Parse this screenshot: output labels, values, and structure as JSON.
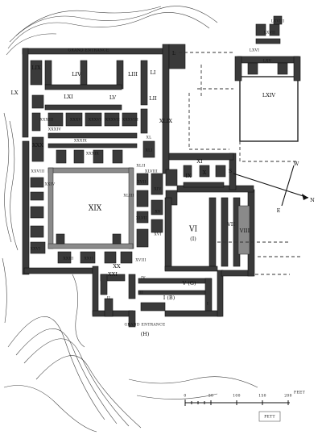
{
  "plan": {
    "top_entrance": "GRAND ENTRANCE",
    "bottom_entrance": "GRAND ENTRANCE",
    "bottom_entrance_mark": "(H)",
    "rooms": {
      "LXI": "LXI",
      "LIV": "LIV",
      "LIII": "LIII",
      "LII": "LII",
      "LI": "LI",
      "LV": "LV",
      "LX": "LX",
      "LIX": "LIX",
      "L": "L",
      "XLIX": "XLIX",
      "LXIV": "LXIV",
      "LXV": "LXV",
      "LXVI": "LXVI",
      "LXVII": "LXVII",
      "LXVIII": "LXVIII",
      "XXXIII": "XXXIII",
      "XXXIV": "XXXIV",
      "XXXV": "XXXV",
      "XXXVI": "XXXVI",
      "XXXVII": "XXXVII",
      "XXXVIII": "XXXVIII",
      "XXXIX": "XXXIX",
      "XXXIX_B": "XXXIX",
      "XL": "XL",
      "XLI": "XLI",
      "XLII": "XLII",
      "XXX": "XXX",
      "XXVIII": "XXVIII",
      "XIX": "XIX",
      "XXIV": "XXIV",
      "XXVI": "XXVI",
      "XXIII": "XXIII",
      "XXII": "XXII",
      "XX": "XX",
      "XVIII": "XVIII",
      "XXI": "XXI",
      "IV": "IV",
      "III": "III",
      "II": "II",
      "I": "I",
      "I_B": "I (B)",
      "V_G": "V (G)",
      "VI": "VI",
      "VI_MARK": "(I)",
      "VII": "VII",
      "VIII": "VIII",
      "IX": "IX",
      "X": "X",
      "XI": "XI",
      "XIV": "XIV",
      "XV": "XV",
      "XVI": "XVI",
      "XLIII": "XLIII",
      "XLVII": "XLVII",
      "XLVIII": "XLVIII",
      "XVII": "XVII"
    },
    "compass": {
      "s": "S",
      "w": "W",
      "e": "E",
      "n": "N"
    },
    "scale": {
      "t0": "0",
      "t1": "50",
      "t2": "100",
      "t3": "150",
      "t4": "200",
      "unit": "FEET"
    },
    "stamp": "PETT"
  }
}
